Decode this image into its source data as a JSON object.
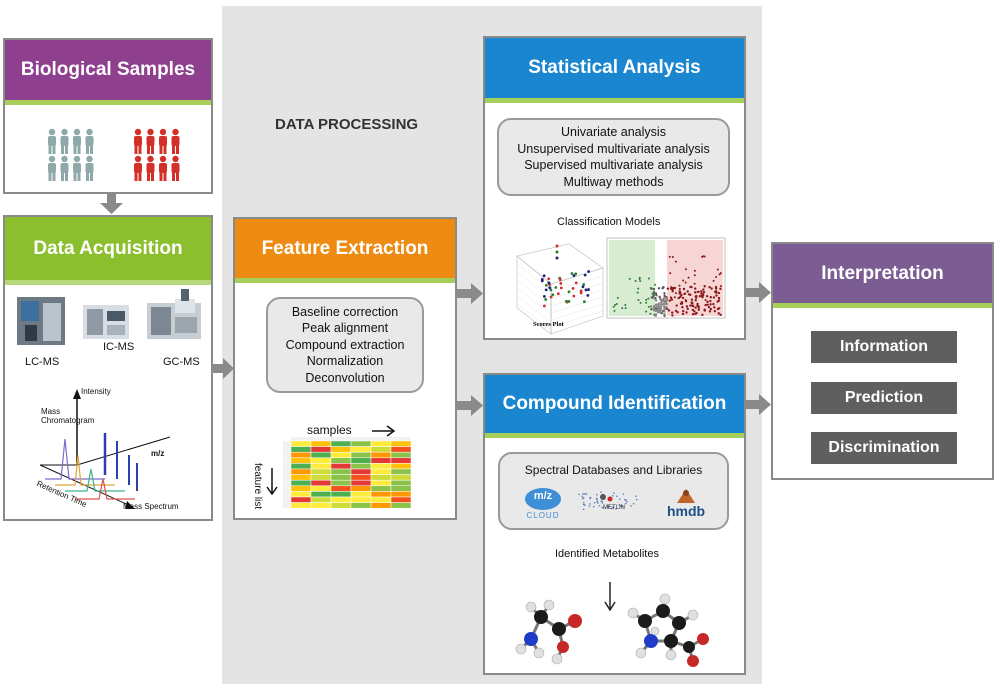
{
  "colors": {
    "purple": "#8e3f8e",
    "green": "#8cbf2e",
    "orange": "#ee8b12",
    "blue": "#1a86d0",
    "interp": "#7b5d93",
    "accent_bar": "#a6cf5a",
    "connector": "#8a8a8a",
    "people_control": "#8fa8aa",
    "people_case": "#d4302a"
  },
  "biological_samples": {
    "title": "Biological Samples",
    "icon": "people-icon"
  },
  "data_acquisition": {
    "title": "Data Acquisition",
    "instruments": [
      "LC-MS",
      "IC-MS",
      "GC-MS"
    ],
    "chromatogram_labels": {
      "intensity": "Intensity",
      "mass_chromatogram": "Mass\nChromatogram",
      "retention_time": "Retention Time",
      "mz": "m/z",
      "mass_spectrum": "Mass Spectrum"
    }
  },
  "data_processing": {
    "title": "DATA PROCESSING"
  },
  "feature_extraction": {
    "title": "Feature Extraction",
    "steps": [
      "Baseline correction",
      "Peak alignment",
      "Compound extraction",
      "Normalization",
      "Deconvolution"
    ],
    "samples_label": "samples",
    "feature_list_label": "feature list"
  },
  "statistical_analysis": {
    "title": "Statistical Analysis",
    "methods": [
      "Univariate analysis",
      "Unsupervised multivariate analysis",
      "Supervised multivariate analysis",
      "Multiway methods"
    ],
    "classification_label": "Classification Models",
    "scores_plot_label": "Scores Plot"
  },
  "compound_identification": {
    "title": "Compound Identification",
    "databases_label": "Spectral Databases and Libraries",
    "logos": [
      "m/z",
      "CLOUD",
      "METLIN",
      "hmdb"
    ],
    "identified_label": "Identified Metabolites"
  },
  "interpretation": {
    "title": "Interpretation",
    "outputs": [
      "Information",
      "Prediction",
      "Discrimination"
    ]
  }
}
